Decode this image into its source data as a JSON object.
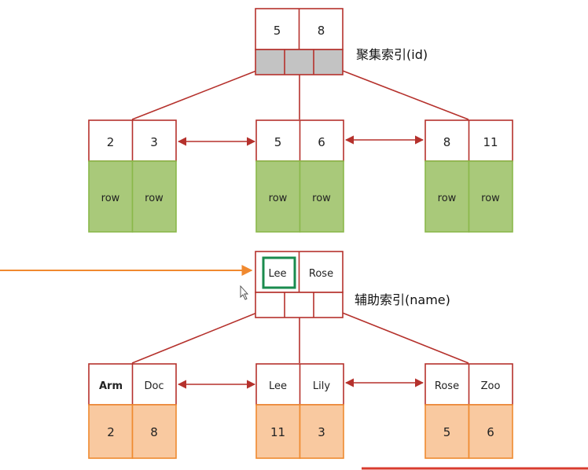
{
  "colors": {
    "node_border": "#b5312c",
    "pointer_fill": "#c3c3c3",
    "row_fill": "#9bbb59",
    "row_fill_bg": "#a9c97a",
    "row_border": "#8ab84a",
    "leaf_fill": "#f9c9a0",
    "leaf_border": "#ef8a2f",
    "query_arrow": "#f0892f",
    "highlight": "#1a8b4e"
  },
  "clustered": {
    "caption": "聚集索引(id)",
    "root_keys": [
      "5",
      "8"
    ],
    "leaves": [
      {
        "keys": [
          "2",
          "3"
        ],
        "data": [
          "row",
          "row"
        ]
      },
      {
        "keys": [
          "5",
          "6"
        ],
        "data": [
          "row",
          "row"
        ]
      },
      {
        "keys": [
          "8",
          "11"
        ],
        "data": [
          "row",
          "row"
        ]
      }
    ]
  },
  "secondary": {
    "caption": "辅助索引(name)",
    "root_keys": [
      "Lee",
      "Rose"
    ],
    "highlighted_key": "Lee",
    "leaves": [
      {
        "keys": [
          "Arm",
          "Doc"
        ],
        "data": [
          "2",
          "8"
        ],
        "bold_key": "Arm"
      },
      {
        "keys": [
          "Lee",
          "Lily"
        ],
        "data": [
          "11",
          "3"
        ]
      },
      {
        "keys": [
          "Rose",
          "Zoo"
        ],
        "data": [
          "5",
          "6"
        ]
      }
    ]
  }
}
